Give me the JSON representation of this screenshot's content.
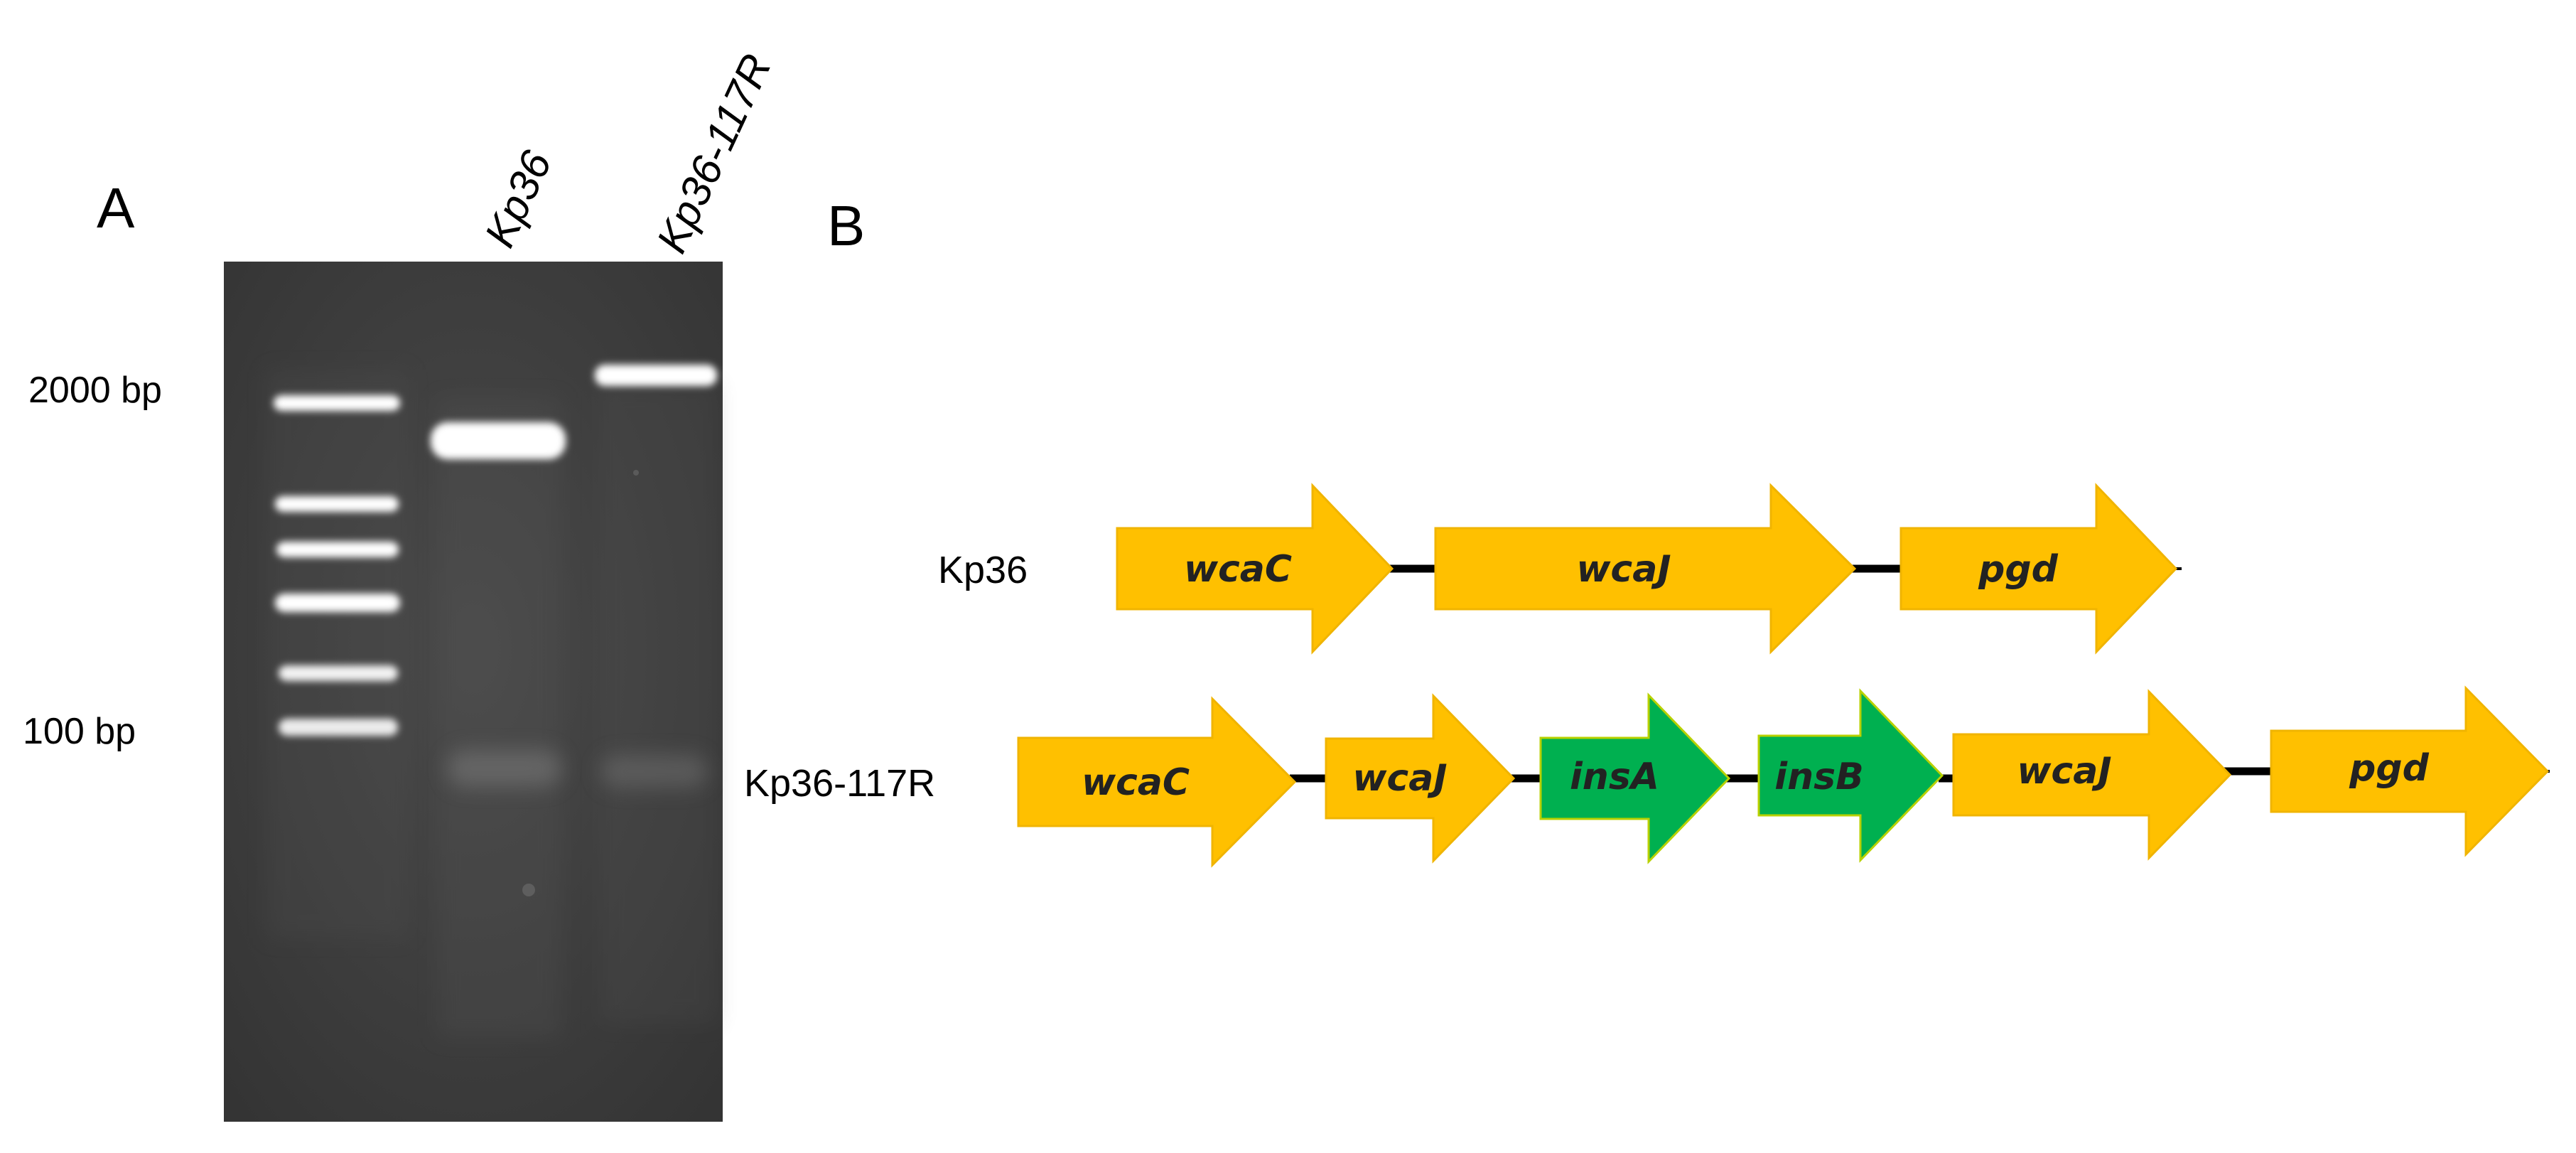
{
  "panel_a": {
    "letter": "A",
    "marker_upper": "2000 bp",
    "marker_lower": "100 bp",
    "lanes": [
      {
        "label": "Kp36"
      },
      {
        "label": "Kp36-117R"
      }
    ]
  },
  "panel_b": {
    "letter": "B",
    "rows": [
      {
        "label": "Kp36",
        "genes": [
          {
            "name": "wcaC",
            "color": "#FFC000"
          },
          {
            "name": "wcaJ",
            "color": "#FFC000"
          },
          {
            "name": "pgd",
            "color": "#FFC000"
          }
        ]
      },
      {
        "label": "Kp36-117R",
        "genes": [
          {
            "name": "wcaC",
            "color": "#FFC000"
          },
          {
            "name": "wcaJ",
            "color": "#FFC000"
          },
          {
            "name": "insA",
            "color": "#00B050"
          },
          {
            "name": "insB",
            "color": "#00B050"
          },
          {
            "name": "wcaJ",
            "color": "#FFC000"
          },
          {
            "name": "pgd",
            "color": "#FFC000"
          }
        ]
      }
    ]
  }
}
